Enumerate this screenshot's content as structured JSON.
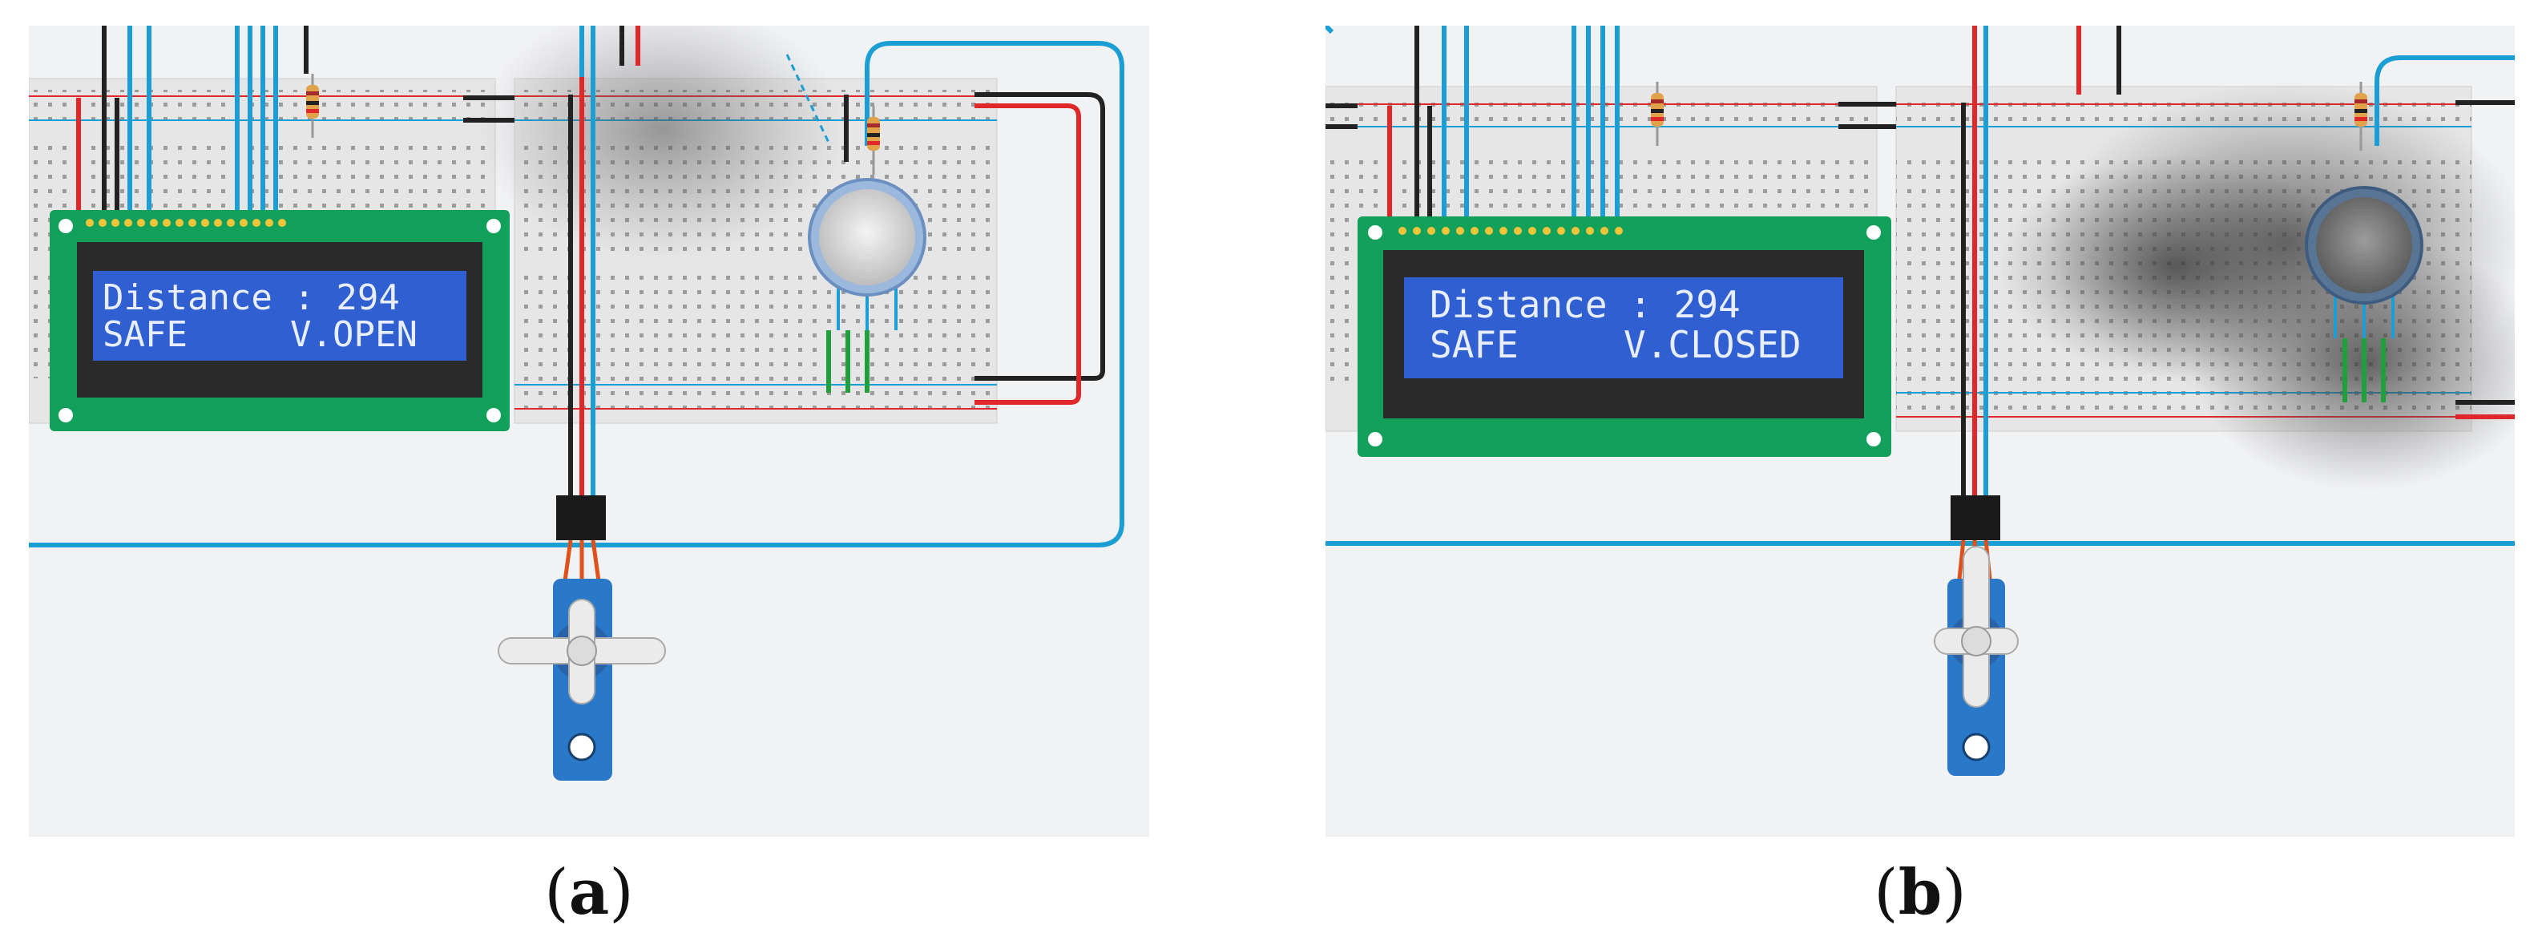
{
  "panels": [
    {
      "id": "a",
      "caption_open": "(",
      "caption_letter": "a",
      "caption_close": ")",
      "lcd_line1": "Distance : 294",
      "lcd_line2_left": "SAFE",
      "lcd_line2_right": "V.OPEN",
      "servo_state": "open",
      "smoke": "light"
    },
    {
      "id": "b",
      "caption_open": "(",
      "caption_letter": "b",
      "caption_close": ")",
      "lcd_line1": "Distance : 294",
      "lcd_line2_left": "SAFE",
      "lcd_line2_right": "V.CLOSED",
      "servo_state": "closed",
      "smoke": "heavy"
    }
  ],
  "colors": {
    "panel_bg": "#f1f2f4",
    "breadboard": "#e6e6e6",
    "lcd_board": "#13a05a",
    "lcd_screen": "#2f5fd0",
    "lcd_bezel": "#2a2a2a",
    "wire_blue": "#1a9ed4",
    "wire_red": "#e0282a",
    "wire_black": "#222222",
    "wire_green": "#1fa03a",
    "servo_blue": "#2a79c9"
  }
}
